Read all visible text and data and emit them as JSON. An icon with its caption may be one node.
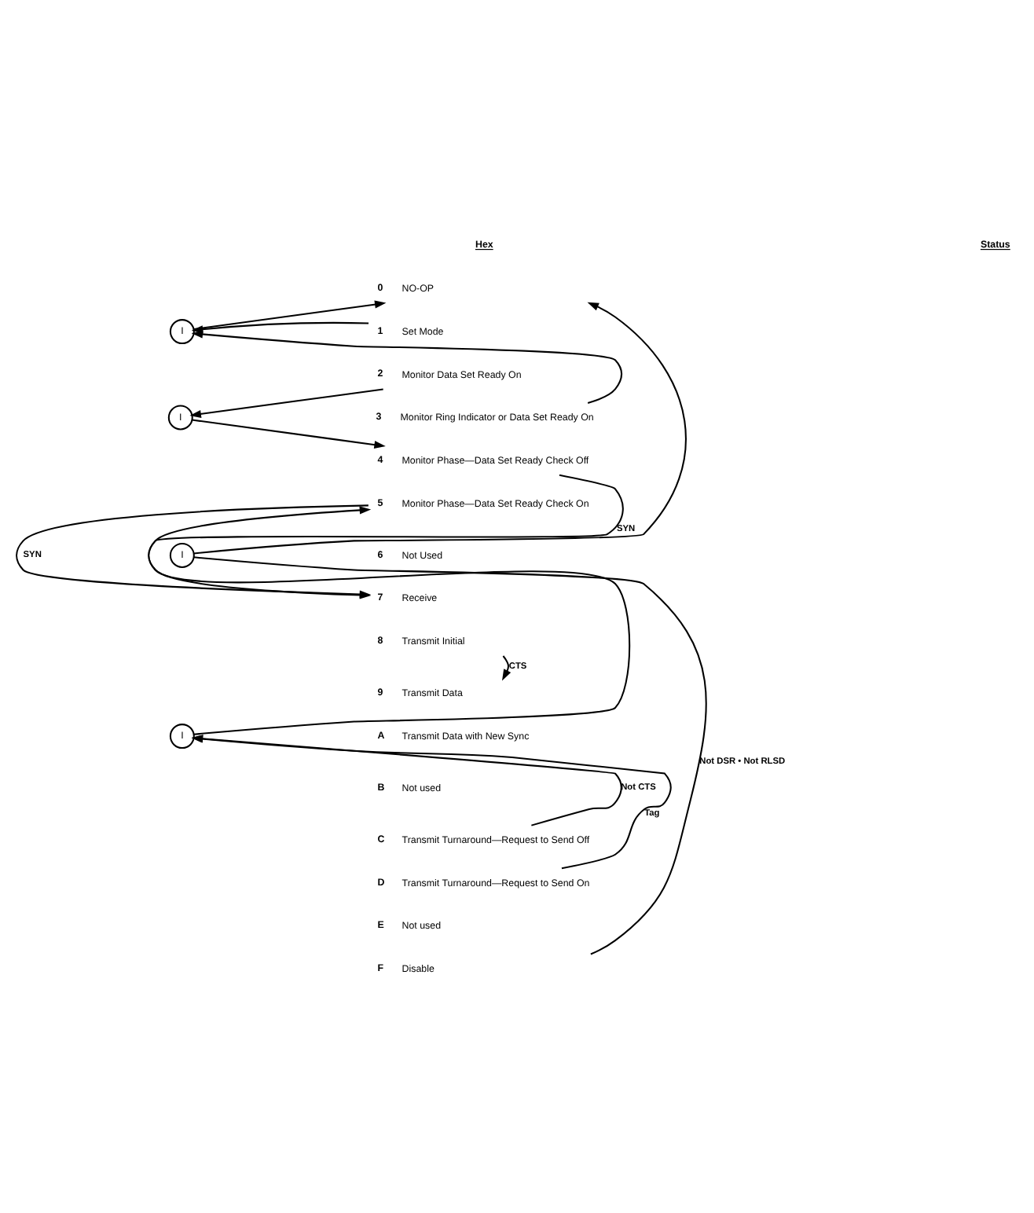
{
  "diagram": {
    "nodes": [
      {
        "text": [
          "0"
        ],
        "beside": [
          "NO-OP"
        ]
      },
      {
        "text": [
          "1"
        ],
        "beside": [
          "Set Mode"
        ]
      },
      {
        "text": [
          "2"
        ],
        "beside": [
          "Monitor Data Set Ready On"
        ]
      },
      {
        "text": [
          "3"
        ],
        "beside": [
          "Monitor Ring Indicator or Data Set Ready On"
        ]
      },
      {
        "text": [
          "4"
        ],
        "beside": [
          "Monitor Phase—Data Set Ready Check Off"
        ]
      },
      {
        "text": [
          "5"
        ],
        "beside": [
          "Monitor Phase—Data Set Ready Check On"
        ]
      },
      {
        "text": [
          "6"
        ],
        "beside": [
          "Not Used"
        ]
      },
      {
        "text": [
          "7"
        ],
        "beside": [
          "Receive"
        ]
      },
      {
        "text": [
          "8"
        ],
        "beside": [
          "Transmit Initial"
        ]
      },
      {
        "text": [
          "9"
        ],
        "beside": [
          "Transmit Data"
        ]
      },
      {
        "text": [
          "A"
        ],
        "beside": [
          "Transmit Data with New Sync"
        ]
      },
      {
        "text": [
          "B"
        ],
        "beside": [
          "Not used"
        ]
      },
      {
        "text": [
          "C"
        ],
        "beside": [
          "Transmit Turnaround—Request to Send Off"
        ]
      },
      {
        "text": [
          "D"
        ],
        "beside": [
          "Transmit Turnaround—Request to Send On"
        ]
      },
      {
        "text": [
          "E"
        ],
        "beside": [
          "Not used"
        ]
      },
      {
        "text": [
          "F"
        ],
        "beside": [
          "Disable"
        ]
      },
      {
        "text": [
          "I"
        ]
      },
      {
        "text": [
          "I"
        ]
      },
      {
        "text": [
          "I"
        ]
      },
      {
        "text": [
          "I"
        ]
      }
    ],
    "edges": [
      {
        "from": 1,
        "to": 16,
        "arrow": "to"
      },
      {
        "from": 3,
        "to": 16,
        "arrow": "to"
      },
      {
        "from": 16,
        "to": 0,
        "arrow": "to"
      },
      {
        "from": 2,
        "to": 17,
        "arrow": "to"
      },
      {
        "from": 17,
        "to": 4,
        "arrow": "to"
      },
      {
        "from": 4,
        "to": 7,
        "arrow": "to",
        "label": "SYN"
      },
      {
        "from": 5,
        "to": 7,
        "arrow": "to",
        "label": "SYN"
      },
      {
        "from": 8,
        "to": 9,
        "arrow": "to",
        "label": "CTS"
      },
      {
        "from": 12,
        "to": 19,
        "arrow": "to",
        "label": "Not CTS"
      },
      {
        "from": 13,
        "to": 19,
        "arrow": "to",
        "label": "Tag"
      },
      {
        "from": 19,
        "to": 5,
        "arrow": "to"
      },
      {
        "from": 15,
        "to": 18,
        "arrow": "none",
        "label": "Not DSR • Not RLSD"
      },
      {
        "from": 18,
        "to": 0,
        "arrow": "to"
      }
    ],
    "labels": [
      "Hex",
      "Status"
    ]
  }
}
